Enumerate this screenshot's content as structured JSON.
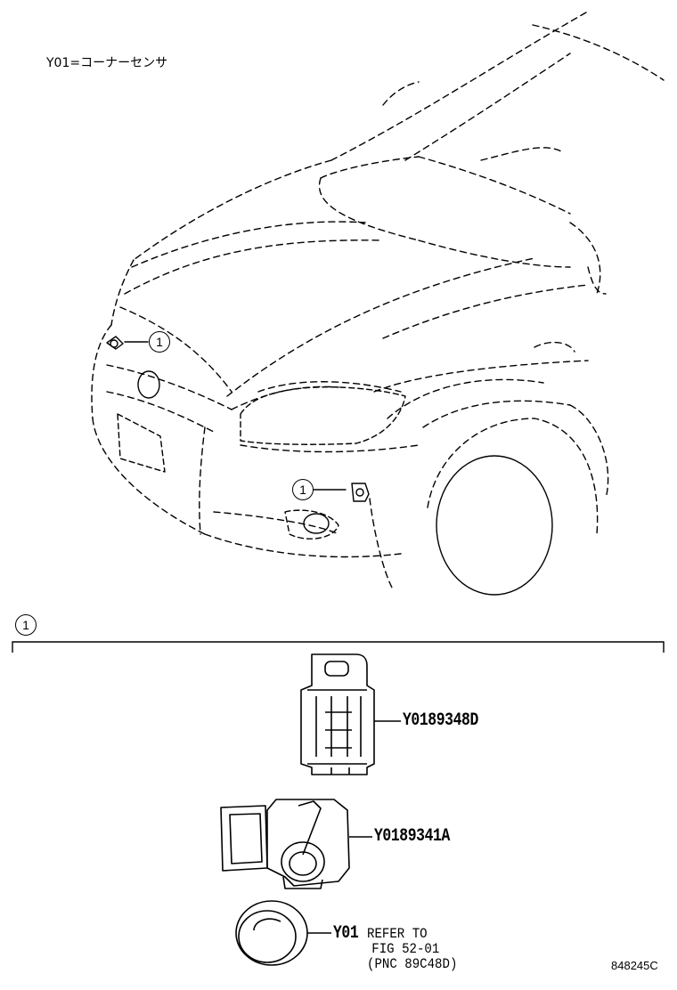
{
  "legend": {
    "text": "Y01=コーナーセンサ"
  },
  "callouts": {
    "item_number": "1"
  },
  "parts": [
    {
      "part_number": "Y0189348D",
      "kind": "retainer"
    },
    {
      "part_number": "Y0189341A",
      "kind": "sensor"
    },
    {
      "part_number": "Y01",
      "kind": "sensor-cap"
    }
  ],
  "reference": {
    "line1": "REFER TO",
    "line2": "FIG 52-01",
    "line3": "(PNC 89C48D)"
  },
  "figure_code": "848245C",
  "colors": {
    "line": "#000000",
    "background": "#ffffff"
  }
}
